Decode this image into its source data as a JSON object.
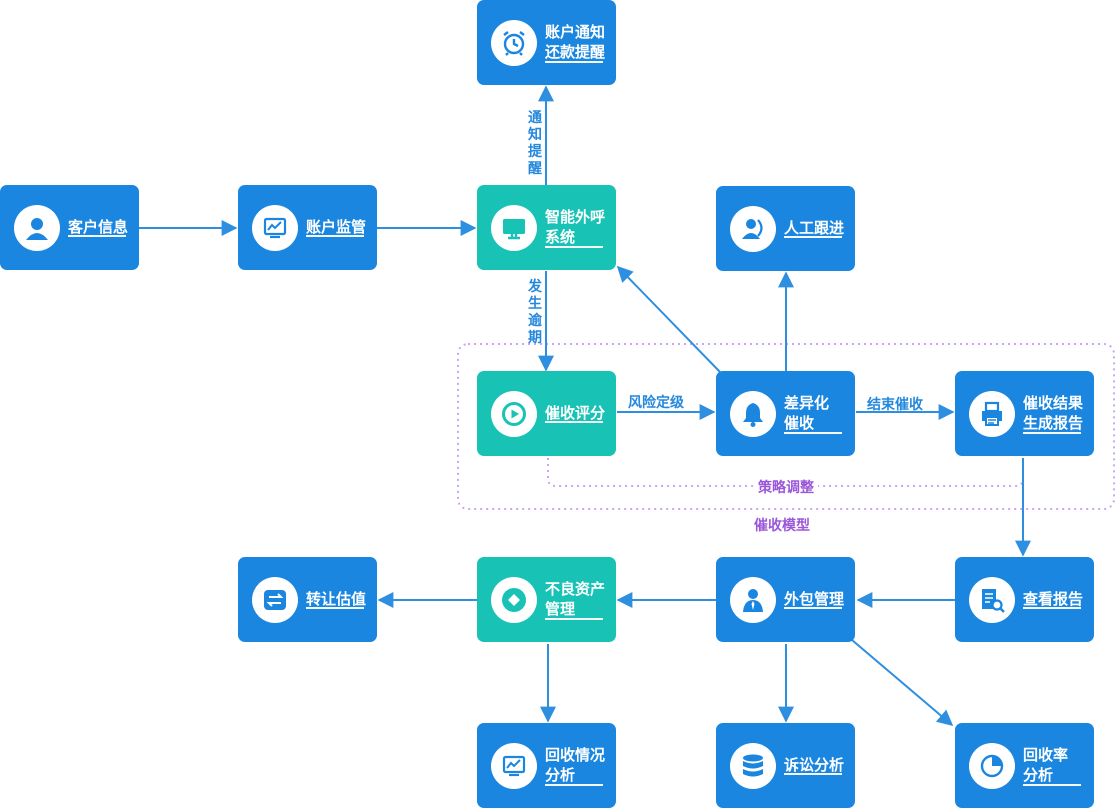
{
  "nodes": {
    "account_notice": [
      "账户通知",
      "还款提醒"
    ],
    "customer_info": [
      "客户信息"
    ],
    "account_monitor": [
      "账户监管"
    ],
    "smart_call": [
      "智能外呼",
      "系统"
    ],
    "manual_follow": [
      "人工跟进"
    ],
    "collection_score": [
      "催收评分"
    ],
    "diff_collection": [
      "差异化",
      "催收"
    ],
    "result_report": [
      "催收结果",
      "生成报告"
    ],
    "transfer_valuation": [
      "转让估值"
    ],
    "bad_assets": [
      "不良资产",
      "管理"
    ],
    "outsource": [
      "外包管理"
    ],
    "view_report": [
      "查看报告"
    ],
    "recovery_analysis": [
      "回收情况",
      "分析"
    ],
    "litigation": [
      "诉讼分析"
    ],
    "recovery_rate": [
      "回收率",
      "分析"
    ]
  },
  "edge_labels": {
    "notify": "通知提醒",
    "overdue": "发生逾期",
    "risk_rating": "风险定级",
    "end_collection": "结束催收",
    "strategy_adjust": "策略调整",
    "model": "催收模型"
  },
  "colors": {
    "primary_blue": "#1a86e0",
    "teal": "#18c2b5",
    "arrow": "#2e8fe0",
    "purple": "#9b57d9"
  },
  "icons": {
    "account_notice": "alarm-clock-icon",
    "customer_info": "user-icon",
    "account_monitor": "chart-monitor-icon",
    "smart_call": "monitor-icon",
    "manual_follow": "agent-icon",
    "collection_score": "play-icon",
    "diff_collection": "bell-icon",
    "result_report": "printer-icon",
    "transfer_valuation": "transfer-icon",
    "bad_assets": "diamond-icon",
    "outsource": "businessman-icon",
    "view_report": "report-search-icon",
    "recovery_analysis": "chart-monitor-icon",
    "litigation": "database-icon",
    "recovery_rate": "pie-chart-icon"
  }
}
